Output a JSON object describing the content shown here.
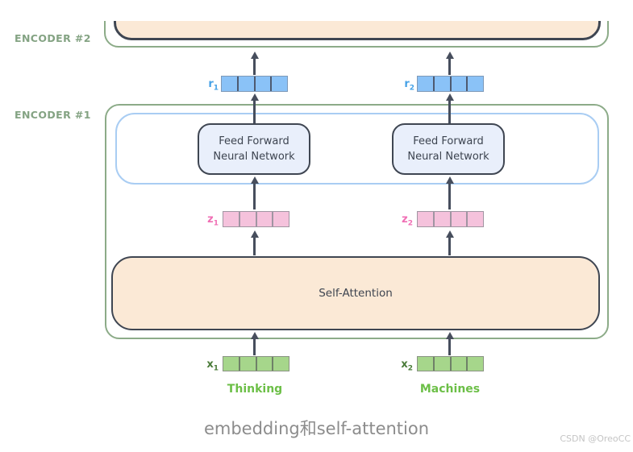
{
  "diagram": {
    "encoder2_label": "ENCODER #2",
    "encoder1_label": "ENCODER #1",
    "ffnn": {
      "line1": "Feed Forward",
      "line2": "Neural Network"
    },
    "self_attention_label": "Self-Attention",
    "vectors": {
      "r1": {
        "base": "r",
        "sub": "1"
      },
      "r2": {
        "base": "r",
        "sub": "2"
      },
      "z1": {
        "base": "z",
        "sub": "1"
      },
      "z2": {
        "base": "z",
        "sub": "2"
      },
      "x1": {
        "base": "x",
        "sub": "1"
      },
      "x2": {
        "base": "x",
        "sub": "2"
      }
    },
    "words": {
      "left": "Thinking",
      "right": "Machines"
    },
    "caption": "embedding和self-attention",
    "watermark": "CSDN @OreoCC",
    "colors": {
      "encoder_outline_green": "#8cab88",
      "encoder_label_green": "#84a383",
      "dark_border": "#3f4652",
      "tan_fill": "#fbe9d6",
      "ffnn_fill": "#e9effb",
      "ffnn_container_blue": "#a9cdf3",
      "arrow": "#474e5d",
      "vector_blue_fill": "#8ac2f7",
      "vector_blue_label": "#45a1e6",
      "vector_pink_fill": "#f5c2dc",
      "vector_pink_label": "#f06eb4",
      "vector_green_fill": "#a6d68b",
      "vector_green_label": "#4b7c3a",
      "word_green": "#6cbf47",
      "caption_gray": "#8c8c8c",
      "watermark_gray": "#c5c5c5"
    }
  }
}
